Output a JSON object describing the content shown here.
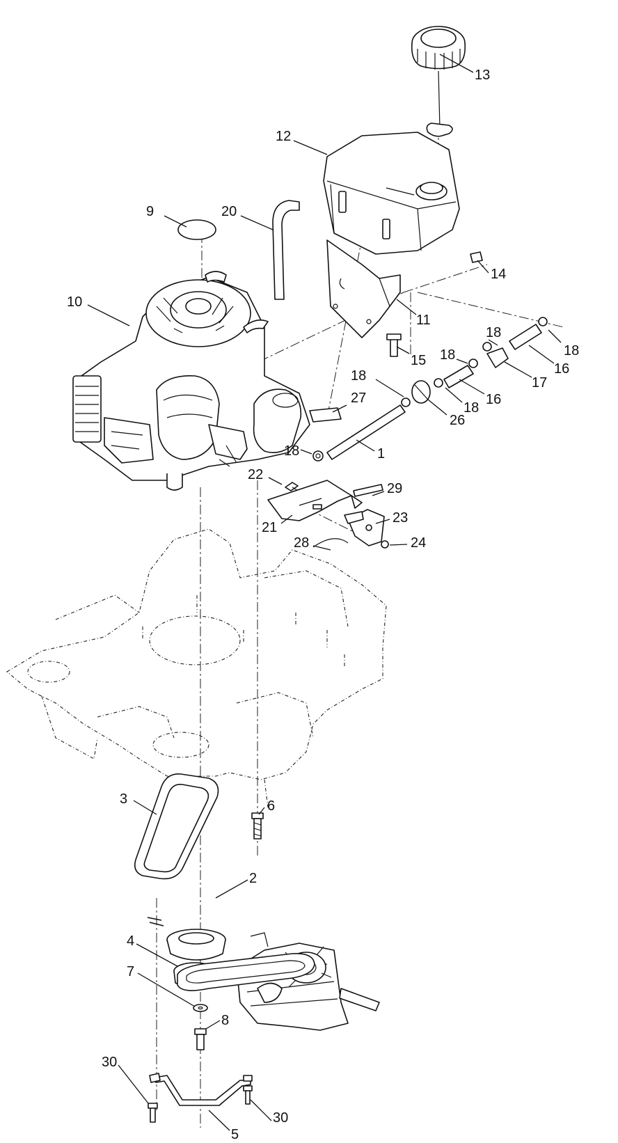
{
  "callouts": {
    "c1": "1",
    "c2": "2",
    "c3": "3",
    "c4": "4",
    "c5": "5",
    "c6": "6",
    "c7": "7",
    "c8": "8",
    "c9": "9",
    "c10": "10",
    "c11": "11",
    "c12": "12",
    "c13": "13",
    "c14": "14",
    "c15": "15",
    "c16a": "16",
    "c16b": "16",
    "c17": "17",
    "c18a": "18",
    "c18b": "18",
    "c18c": "18",
    "c18d": "18",
    "c18e": "18",
    "c18f": "18",
    "c20": "20",
    "c21": "21",
    "c22": "22",
    "c23": "23",
    "c24": "24",
    "c26": "26",
    "c27": "27",
    "c28": "28",
    "c29": "29",
    "c30a": "30",
    "c30b": "30"
  }
}
